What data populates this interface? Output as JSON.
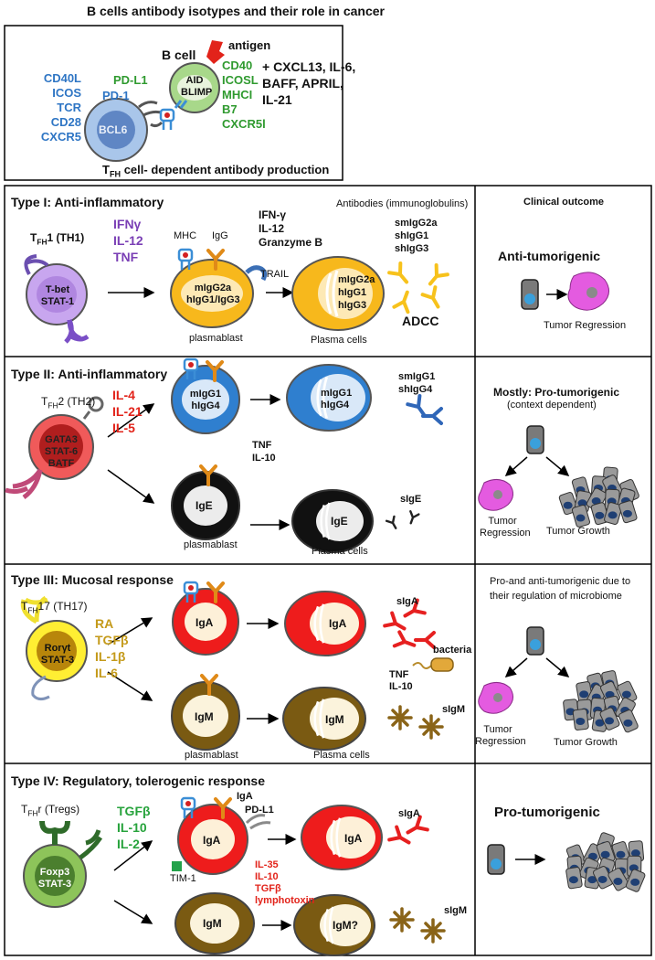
{
  "title": "B cells antibody isotypes and their role in cancer",
  "top_panel": {
    "b_cell_label": "B cell",
    "antigen_label": "antigen",
    "b_cell_inner": [
      "AID",
      "BLIMP"
    ],
    "tfh_inner": "BCL6",
    "tfh_markers": [
      "CD40L",
      "ICOS",
      "TCR",
      "CD28",
      "CXCR5"
    ],
    "pd1": "PD-1",
    "pdl1": "PD-L1",
    "b_markers": [
      "CD40",
      "ICOSL",
      "MHCI",
      "B7",
      "CXCR5l"
    ],
    "cytokines": [
      "+ CXCL13, IL-6,",
      "BAFF, APRIL,",
      "IL-21"
    ],
    "caption_prefix": "T",
    "caption_sub": "FH",
    "caption_suffix": " cell- dependent antibody production"
  },
  "header_labels": {
    "antibodies": "Antibodies (immunoglobulins)",
    "clinical": "Clinical outcome"
  },
  "type1": {
    "title": "Type I: Anti-inflammatory",
    "tfh_prefix": "T",
    "tfh_sub": "FH",
    "tfh_suffix": "1 (TH1)",
    "cell_inner": [
      "T-bet",
      "STAT-1"
    ],
    "cytokines": [
      "IFNγ",
      "IL-12",
      "TNF"
    ],
    "mhc": "MHC",
    "igg": "IgG",
    "plasmablast_inner": [
      "mIgG2a",
      "hIgG1/IgG3"
    ],
    "mid_cytokines": [
      "IFN-γ",
      "IL-12",
      "Granzyme B"
    ],
    "trail": "TRAIL",
    "plasma_inner": [
      "mIgG2a",
      "hIgG1",
      "hIgG3"
    ],
    "secreted": [
      "smIgG2a",
      "shIgG1",
      "shIgG3"
    ],
    "adcc": "ADCC",
    "plasmablast_label": "plasmablast",
    "plasma_label": "Plasma cells",
    "outcome": "Anti-tumorigenic",
    "regression": "Tumor Regression"
  },
  "type2": {
    "title": "Type II: Anti-inflammatory",
    "tfh_prefix": "T",
    "tfh_sub": "FH",
    "tfh_suffix": "2 (TH2)",
    "cell_inner": [
      "GATA3",
      "STAT-6",
      "BATF"
    ],
    "cytokines": [
      "IL-4",
      "IL-21",
      "IL-5"
    ],
    "plasmablast_inner": [
      "mIgG1",
      "hIgG4"
    ],
    "plasma_inner": [
      "mIgG1",
      "hIgG4"
    ],
    "secreted": [
      "smIgG1",
      "shIgG4"
    ],
    "mid_cytokines": [
      "TNF",
      "IL-10"
    ],
    "ige": "IgE",
    "sige": "sIgE",
    "plasmablast_label": "plasmablast",
    "plasma_label": "Plasma cells",
    "outcome": "Mostly: Pro-tumorigenic",
    "outcome_note": "(context dependent)",
    "regression": [
      "Tumor",
      "Regression"
    ],
    "growth": "Tumor Growth"
  },
  "type3": {
    "title": "Type III: Mucosal response",
    "tfh_prefix": "T",
    "tfh_sub": "FH",
    "tfh_suffix": "17 (TH17)",
    "cell_inner": [
      "Rorγt",
      "STAT-3"
    ],
    "cytokines": [
      "RA",
      "TGFβ",
      "IL-1β",
      "IL-6"
    ],
    "iga": "IgA",
    "igm": "IgM",
    "siga": "sIgA",
    "bacteria": "bacteria",
    "mid_cytokines": [
      "TNF",
      "IL-10"
    ],
    "sigm": "sIgM",
    "plasmablast_label": "plasmablast",
    "plasma_label": "Plasma cells",
    "outcome": [
      "Pro-and anti-tumorigenic due to",
      "their regulation of microbiome"
    ],
    "regression": [
      "Tumor",
      "Regression"
    ],
    "growth": "Tumor Growth"
  },
  "type4": {
    "title": "Type IV: Regulatory, tolerogenic response",
    "tfh_prefix": "T",
    "tfh_sub": "FH",
    "tfh_suffix": "r (Tregs)",
    "cell_inner": [
      "Foxp3",
      "STAT-3"
    ],
    "cytokines": [
      "TGFβ",
      "IL-10",
      "IL-2"
    ],
    "iga_top": "IgA",
    "pdl1": "PD-L1",
    "tim1": "TIM-1",
    "iga": "IgA",
    "igm": "IgM",
    "igm_q": "IgM?",
    "red_cytokines": [
      "IL-35",
      "IL-10",
      "TGFβ",
      "lymphotoxin"
    ],
    "siga": "sIgA",
    "sigm": "sIgM",
    "outcome": "Pro-tumorigenic"
  },
  "colors": {
    "blue_text": "#2e75c4",
    "green_text": "#2f9a2f",
    "purple": "#7a3fb5",
    "red": "#e2231a",
    "gold": "#c49a1a",
    "igg_yellow": "#f7b81c",
    "ige_black": "#111111",
    "iga_red": "#ee1c1c",
    "igm_brown": "#7a5a12"
  }
}
